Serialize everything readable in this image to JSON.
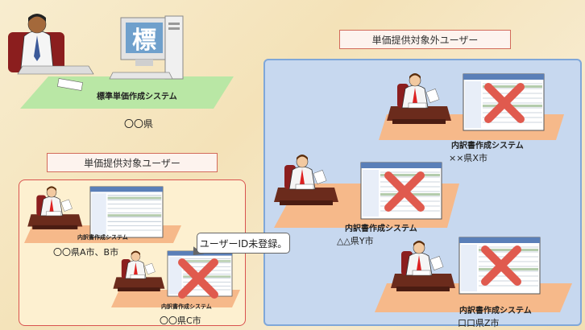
{
  "colors": {
    "background": "#f6e6c2",
    "panel_non_target": "#c7d8ef",
    "panel_target": "#fdf0d0",
    "floor_green": "#b9e7a5",
    "floor_orange": "#f6b98a",
    "cross_red": "#e05a4e"
  },
  "prefecture": {
    "system_label": "標準単価作成システム",
    "monitor_char": "標",
    "name": "〇〇県"
  },
  "non_target": {
    "title": "単価提供対象外ユーザー",
    "sites": [
      {
        "system": "内訳書作成システム",
        "city": "××県X市"
      },
      {
        "system": "内訳書作成システム",
        "city": "△△県Y市"
      },
      {
        "system": "内訳書作成システム",
        "city": "口口県Z市"
      }
    ]
  },
  "target": {
    "title": "単価提供対象ユーザー",
    "sites": [
      {
        "system": "内訳書作成システム",
        "city": "〇〇県A市、B市"
      },
      {
        "system": "内訳書作成システム",
        "city": "〇〇県C市"
      }
    ]
  },
  "callout": "ユーザーID未登録。"
}
